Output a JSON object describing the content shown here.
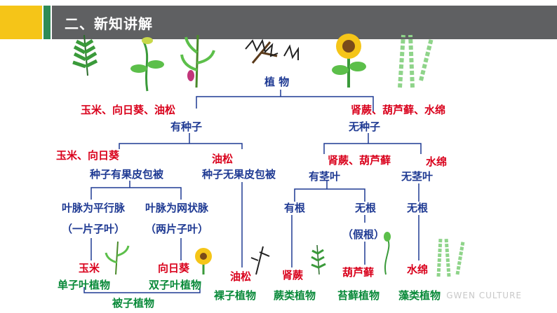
{
  "header": {
    "title": "二、新知讲解"
  },
  "nodes": {
    "plant": "植 物",
    "group_left_examples": "玉米、向日葵、油松",
    "group_right_examples": "肾蕨、葫芦藓、水绵",
    "has_seed": "有种子",
    "no_seed": "无种子",
    "corn_sunflower": "玉米、向日葵",
    "pine": "油松",
    "seed_covered": "种子有果皮包被",
    "seed_uncovered": "种子无果皮包被",
    "fern_moss": "肾蕨、葫芦藓",
    "algae": "水绵",
    "has_stem_leaf": "有茎叶",
    "no_stem_leaf": "无茎叶",
    "parallel_vein": "叶脉为平行脉",
    "net_vein": "叶脉为网状脉",
    "one_cotyledon": "（一片子叶）",
    "two_cotyledon": "（两片子叶）",
    "has_root": "有根",
    "no_root_1": "无根",
    "no_root_2": "无根",
    "false_root": "（假根）",
    "corn": "玉米",
    "sunflower": "向日葵",
    "pine2": "油松",
    "fern": "肾蕨",
    "moss": "葫芦藓",
    "algae2": "水绵",
    "monocot": "单子叶植物",
    "dicot": "双子叶植物",
    "gymnosperm": "裸子植物",
    "pteridophyte": "蕨类植物",
    "bryophyte": "苔藓植物",
    "algae_plant": "藻类植物",
    "angiosperm": "被子植物"
  },
  "footer": "GWEN CULTURE",
  "colors": {
    "red": "#d9001b",
    "blue": "#1f3a93",
    "green": "#0a8a3a",
    "line": "#1f3a93"
  }
}
